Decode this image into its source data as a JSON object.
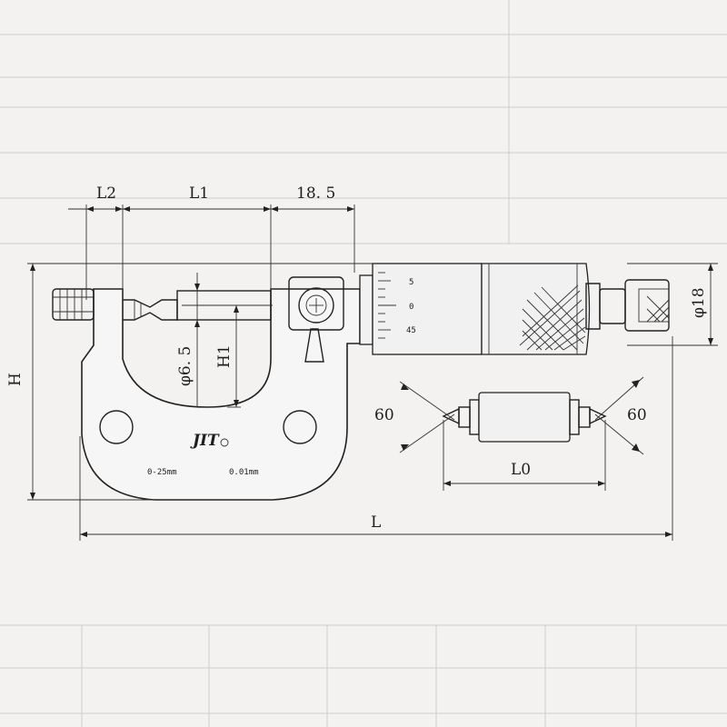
{
  "drawing": {
    "dimensions": {
      "l2": "L2",
      "l1": "L1",
      "d18_5": "18. 5",
      "h": "H",
      "h1": "H1",
      "phi6_5": "φ6. 5",
      "phi18": "φ18",
      "l": "L",
      "l0": "L0",
      "angle_left": "60",
      "angle_right": "60"
    },
    "frame_markings": {
      "logo": "JIT",
      "range": "0-25mm",
      "resolution": "0.01mm"
    },
    "thimble_scale": [
      "5",
      "0",
      "45"
    ]
  }
}
